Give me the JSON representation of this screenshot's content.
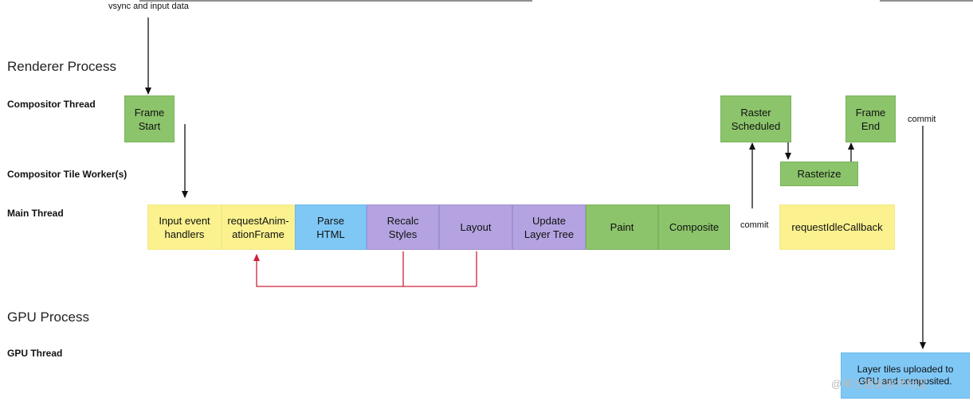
{
  "annotations": {
    "vsync": "vsync and input data",
    "commit_main": "commit",
    "commit_top": "commit"
  },
  "sections": {
    "renderer": "Renderer Process",
    "gpu": "GPU Process"
  },
  "threads": {
    "compositor": "Compositor Thread",
    "tile_worker": "Compositor Tile Worker(s)",
    "main": "Main Thread",
    "gpu": "GPU Thread"
  },
  "boxes": {
    "frame_start": "Frame\nStart",
    "raster_scheduled": "Raster\nScheduled",
    "frame_end": "Frame\nEnd",
    "rasterize": "Rasterize",
    "input_event_handlers": "Input event\nhandlers",
    "request_animation_frame": "requestAnim-\nationFrame",
    "parse_html": "Parse\nHTML",
    "recalc_styles": "Recalc\nStyles",
    "layout": "Layout",
    "update_layer_tree": "Update\nLayer Tree",
    "paint": "Paint",
    "composite": "Composite",
    "request_idle_callback": "requestIdleCallback",
    "layer_tiles": "Layer tiles uploaded to\nGPU and composited."
  },
  "watermark": "@稀土掘金技术社区",
  "colors": {
    "green": "#8cc46b",
    "yellow": "#fbf28f",
    "blue": "#7fc8f6",
    "purple": "#b4a3e0",
    "arrow": "#111111",
    "feedback_arrow": "#d0203a"
  }
}
